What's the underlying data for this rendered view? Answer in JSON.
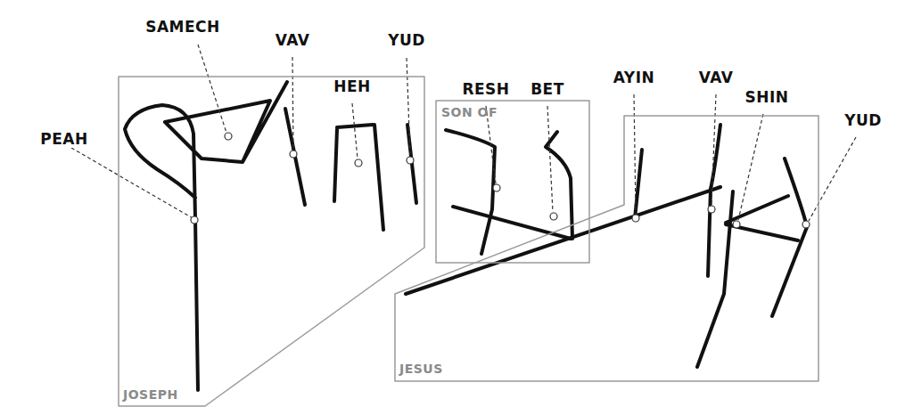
{
  "diagram": {
    "nodes": [
      {
        "text": [
          "JOSEPH"
        ]
      },
      {
        "text": [
          "SON OF"
        ]
      },
      {
        "text": [
          "JESUS"
        ]
      }
    ],
    "labels": [
      "PEAH",
      "SAMECH",
      "VAV",
      "HEH",
      "YUD",
      "RESH",
      "BET",
      "AYIN",
      "VAV",
      "SHIN",
      "YUD"
    ]
  }
}
